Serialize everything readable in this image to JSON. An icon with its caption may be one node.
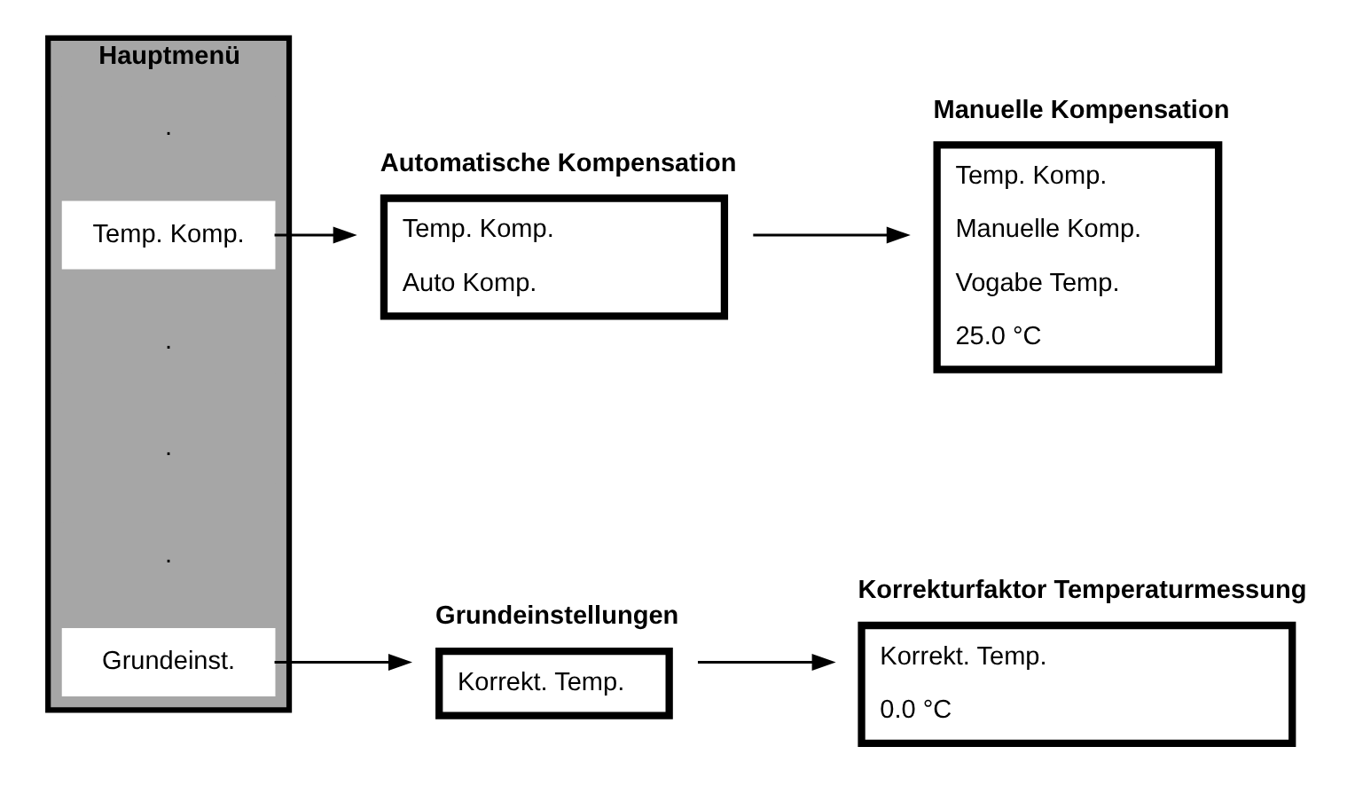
{
  "diagram": {
    "nodes": [
      {
        "text": [
          "Hauptmenü"
        ]
      },
      {
        "text": [
          "."
        ],
        "in": 0
      },
      {
        "text": [
          "Temp. Komp."
        ],
        "in": 0
      },
      {
        "text": [
          "."
        ],
        "in": 0
      },
      {
        "text": [
          "."
        ],
        "in": 0
      },
      {
        "text": [
          "."
        ],
        "in": 0
      },
      {
        "text": [
          "Grundeinst."
        ],
        "in": 0
      },
      {
        "text": [
          "Automatische Kompensation",
          "Temp. Komp.",
          "Auto Komp."
        ]
      },
      {
        "text": [
          "Manuelle Kompensation",
          "Temp. Komp.",
          "Manuelle Komp.",
          "Vogabe Temp.",
          "25.0 °C"
        ]
      },
      {
        "text": [
          "Grundeinstellungen",
          "Korrekt. Temp."
        ]
      },
      {
        "text": [
          "Korrekturfaktor Temperaturmessung",
          "Korrekt. Temp.",
          "0.0 °C"
        ]
      }
    ],
    "edges": [
      {
        "from": 2,
        "to": 7,
        "arrow": "to"
      },
      {
        "from": 7,
        "to": 8,
        "arrow": "to"
      },
      {
        "from": 6,
        "to": 9,
        "arrow": "to"
      },
      {
        "from": 9,
        "to": 10,
        "arrow": "to"
      }
    ]
  }
}
